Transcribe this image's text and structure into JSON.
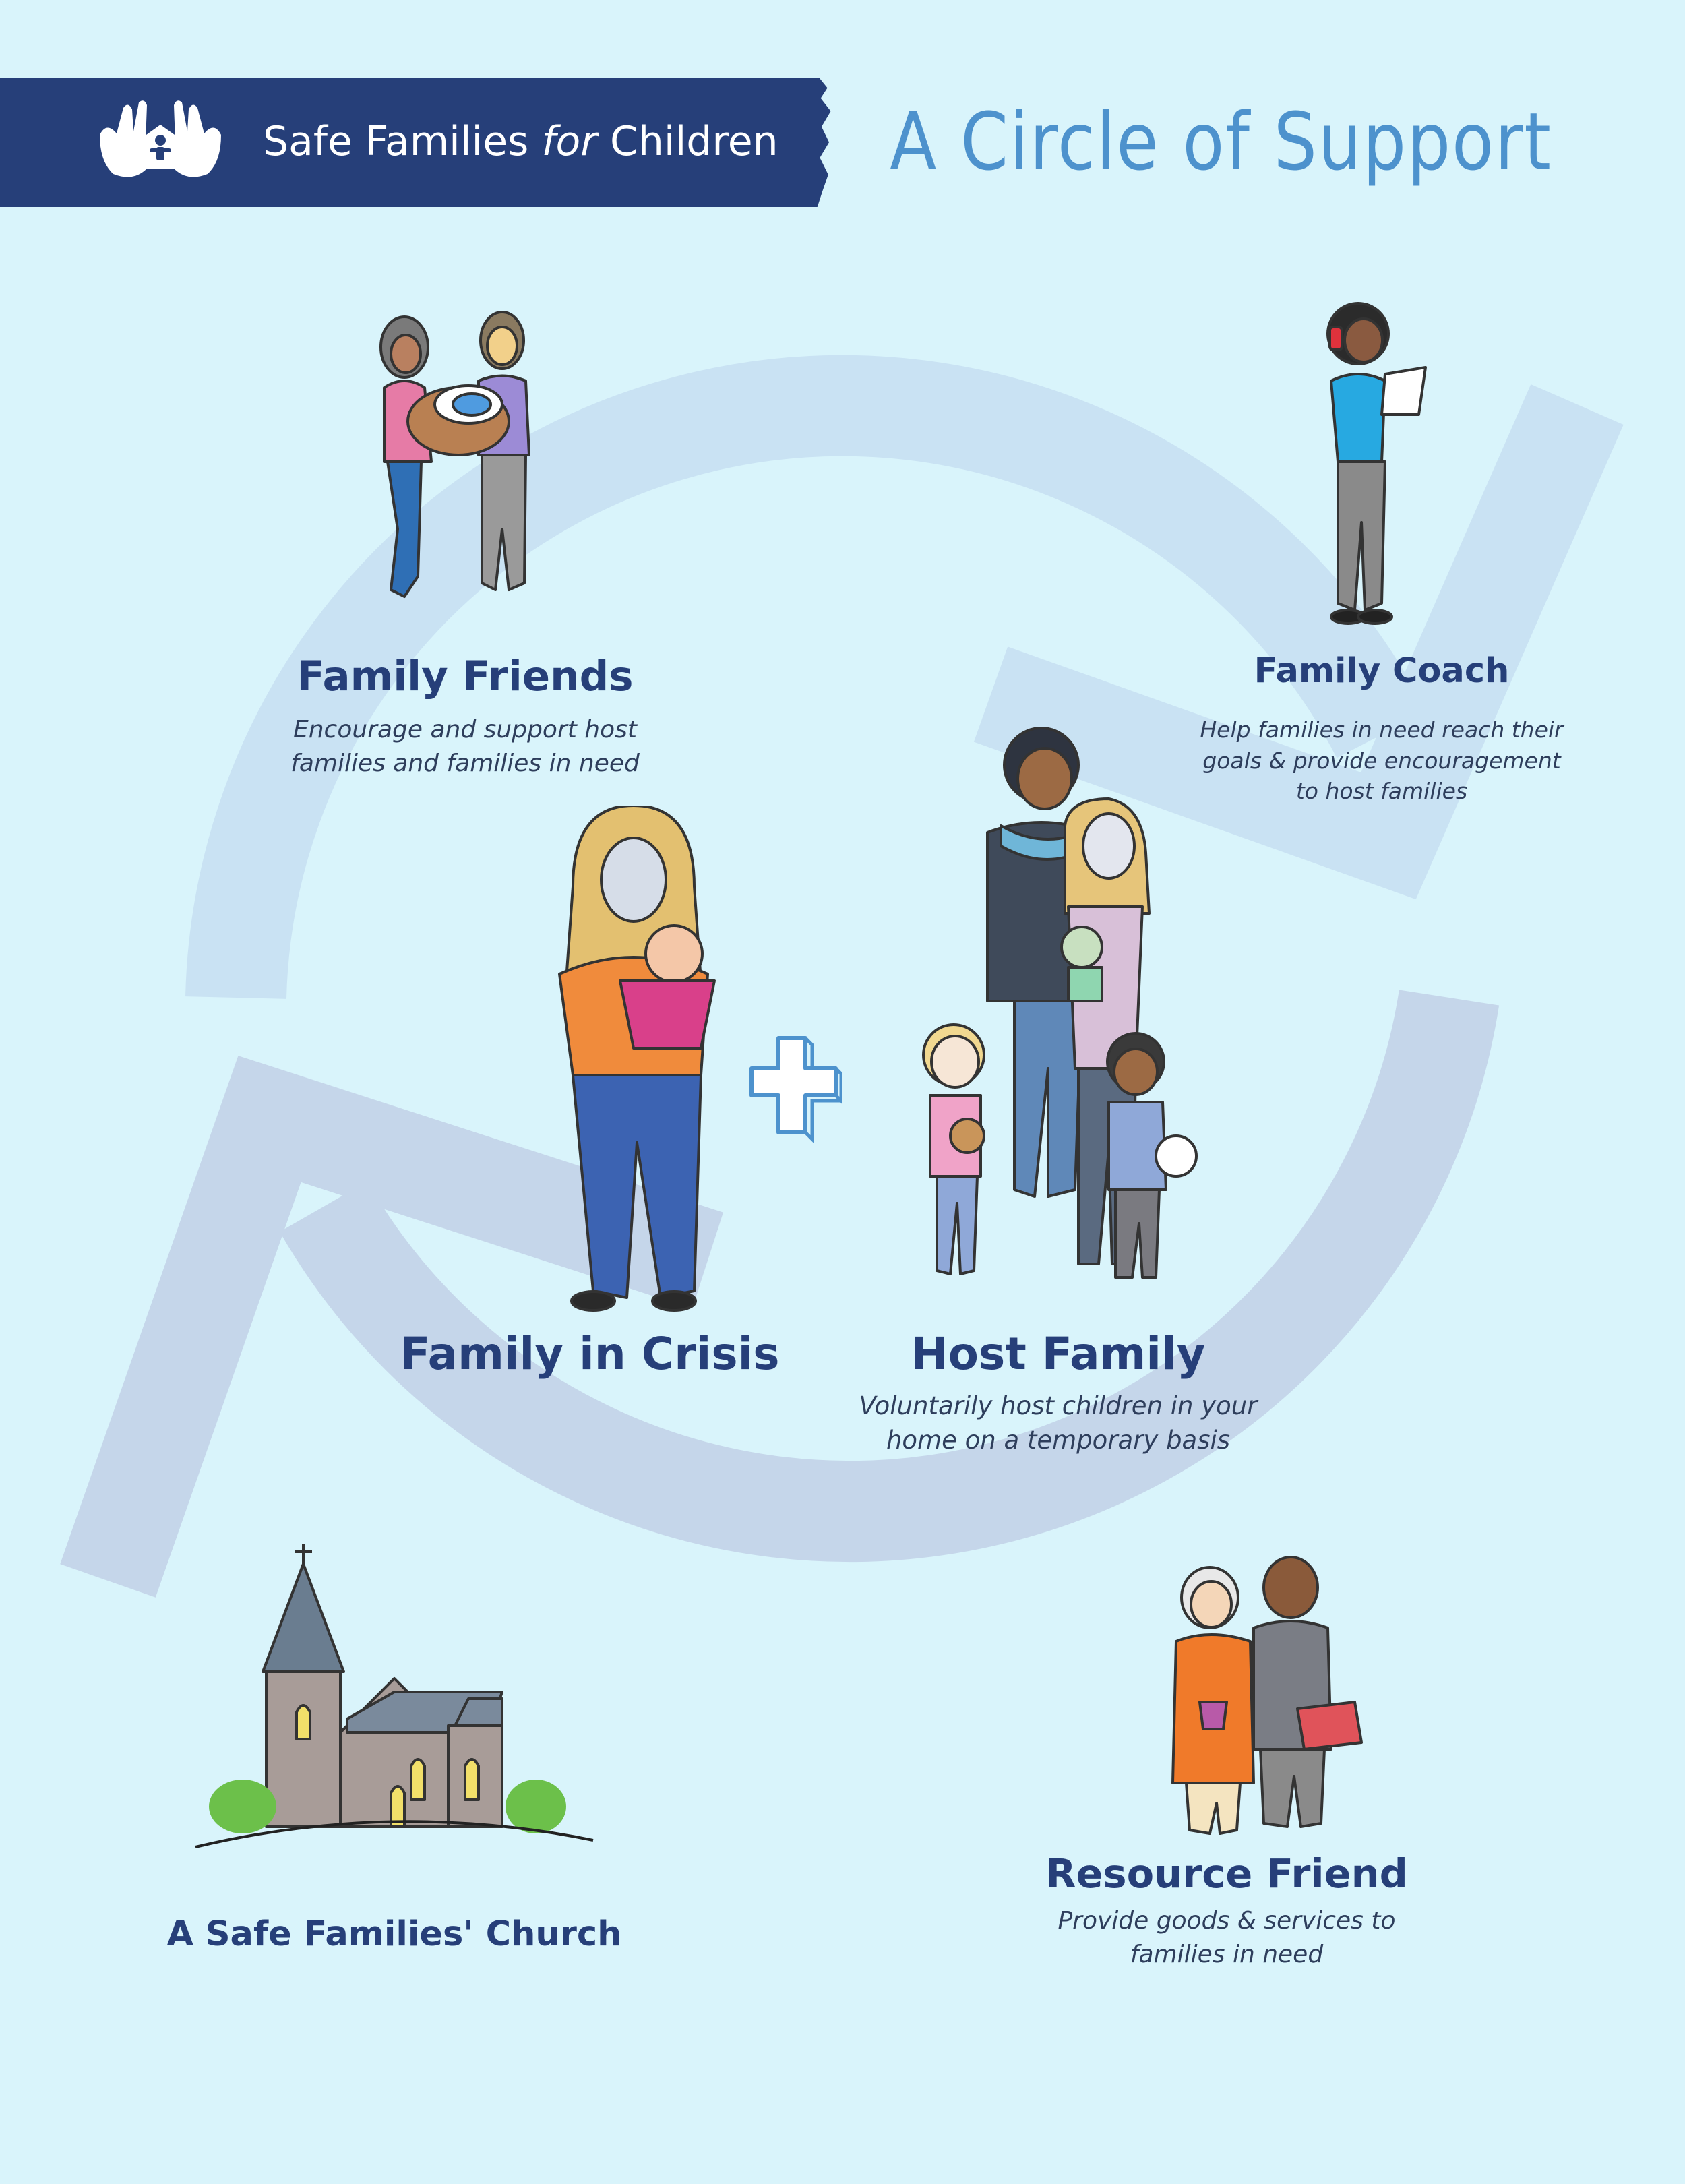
{
  "brand": {
    "name_part1": "Safe Families ",
    "name_italic": "for",
    "name_part2": " Children",
    "logo_icon": "hands-child-logo-icon"
  },
  "headline": "A Circle of Support",
  "colors": {
    "background": "#d9f4fb",
    "banner": "#263f79",
    "headline": "#4d92cd",
    "title": "#263f79",
    "arrow": "#c3d5ea"
  },
  "roles": {
    "family_friends": {
      "title": "Family Friends",
      "desc": [
        "Encourage and support host",
        "families and families in need"
      ],
      "icon": "two-women-with-baby-basket-illustration"
    },
    "family_coach": {
      "title": "Family Coach",
      "desc": [
        "Help families in need reach their",
        "goals & provide encouragement",
        "to host families"
      ],
      "icon": "woman-on-phone-illustration"
    },
    "family_in_crisis": {
      "title": "Family in Crisis",
      "icon": "mother-holding-baby-illustration"
    },
    "host_family": {
      "title": "Host Family",
      "desc": [
        "Voluntarily host children in your",
        "home on a temporary basis"
      ],
      "icon": "host-family-group-illustration"
    },
    "church": {
      "title": "A Safe Families' Church",
      "icon": "church-illustration"
    },
    "resource_friend": {
      "title": "Resource Friend",
      "desc": [
        "Provide goods & services to",
        "families in need"
      ],
      "icon": "elderly-couple-illustration"
    }
  },
  "plus_icon": "plus-icon"
}
